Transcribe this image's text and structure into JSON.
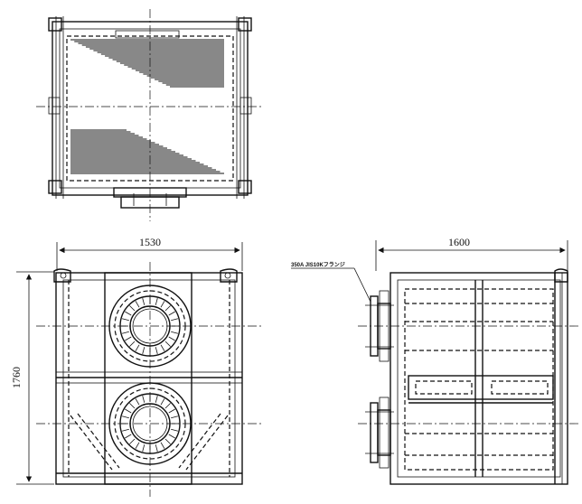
{
  "dimensions": {
    "width_front": "1530",
    "height_front": "1760",
    "depth_side": "1600"
  },
  "notes": {
    "flange_note": "350A JIS10Kフランジ"
  }
}
